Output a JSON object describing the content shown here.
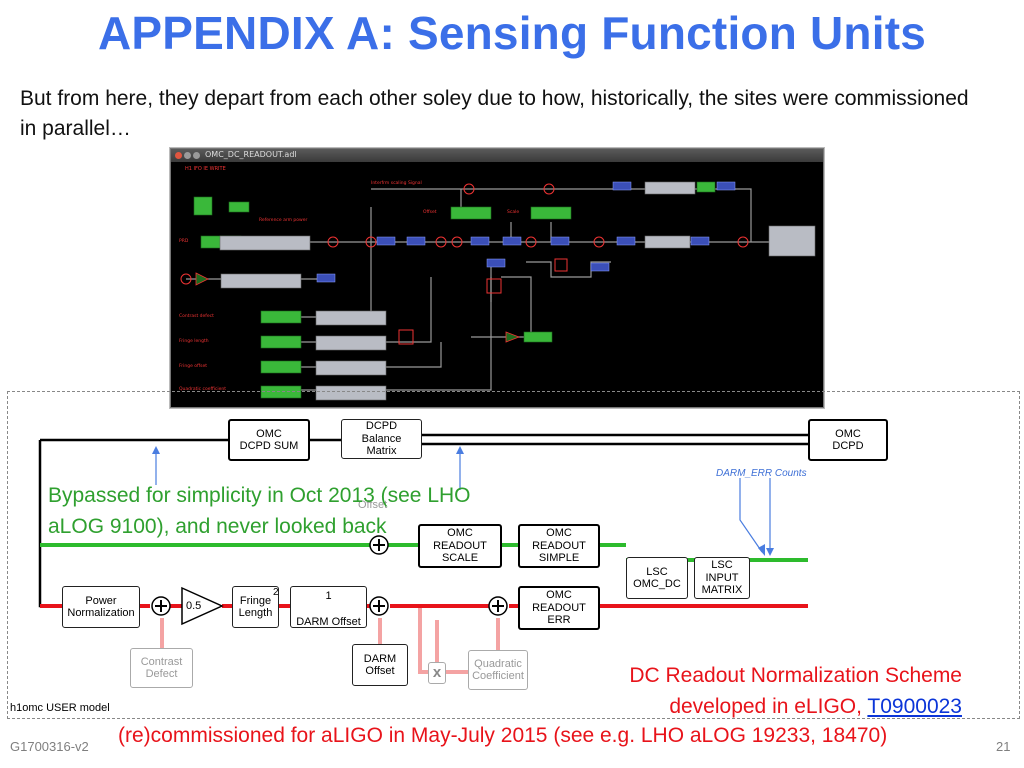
{
  "slide": {
    "title": "APPENDIX A: Sensing Function Units",
    "subtitle": "But from here, they depart from each other soley due to how, historically, the sites were commissioned in parallel…",
    "footer_left": "G1700316-v2",
    "footer_right": "21"
  },
  "medm": {
    "window_title": "OMC_DC_READOUT.adl",
    "header_text": "H1 IFO IE WRITE",
    "labels": {
      "trigger": "Interfrm scaling Signal",
      "offset": "Offset",
      "scale": "Scale",
      "reference": "Reference arm power",
      "prd": "PRD",
      "contrast": "Contrast defect",
      "fringe": "Fringe length",
      "fringe_offset": "Fringe offset",
      "quad": "Quadratic coefficient"
    }
  },
  "diagram": {
    "omc_dcpd_sum": "OMC\nDCPD SUM",
    "dcpd_balance": "DCPD\nBalance\nMatrix",
    "omc_dcpd": "OMC\nDCPD",
    "darm_err_counts": "DARM_ERR Counts",
    "offset_ghost": "Offset",
    "omc_readout_scale": "OMC\nREADOUT\nSCALE",
    "omc_readout_simple": "OMC\nREADOUT\nSIMPLE",
    "lsc_omc_dc": "LSC\nOMC_DC",
    "lsc_input_matrix": "LSC\nINPUT\nMATRIX",
    "power_norm": "Power\nNormalization",
    "gain": "0.5",
    "fringe_length": "Fringe\nLength",
    "fringe_exp": "2",
    "darm_offset_frac_num": "1",
    "darm_offset_frac_den": "DARM Offset",
    "omc_readout_err": "OMC\nREADOUT\nERR",
    "contrast_defect": "Contrast\nDefect",
    "darm_offset": "DARM\nOffset",
    "x_mult": "x",
    "quadratic": "Quadratic\nCoefficient",
    "model_name": "h1omc USER model"
  },
  "notes": {
    "green_note": "Bypassed for simplicity in Oct 2013 (see LHO aLOG 9100), and never looked back",
    "red_note_line1": "DC Readout Normalization Scheme",
    "red_note_line2_text": "developed in eLIGO, ",
    "red_note_link": "T0900023",
    "bottom_note": "(re)commissioned for aLIGO in May-July 2015 (see e.g. LHO aLOG 19233, 18470)"
  },
  "colors": {
    "title_blue": "#3b6fe8",
    "green_line": "#2dbb2d",
    "red_line": "#e8131a",
    "pink_line": "#f4a3a3",
    "blue_arrow": "#4a7de0"
  }
}
